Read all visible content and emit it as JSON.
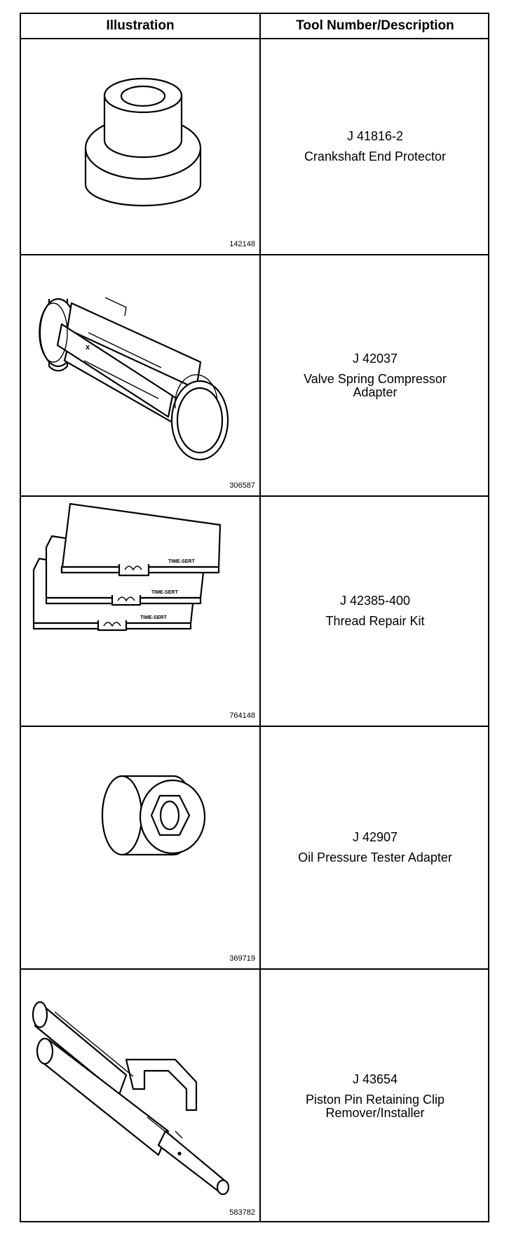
{
  "table": {
    "headers": {
      "illustration": "Illustration",
      "description": "Tool Number/Description"
    },
    "rows": [
      {
        "figure": "142148",
        "tool_number": "J 41816-2",
        "description": "Crankshaft End Protector"
      },
      {
        "figure": "306587",
        "tool_number": "J 42037",
        "description": "Valve Spring Compressor\nAdapter"
      },
      {
        "figure": "764148",
        "tool_number": "J 42385-400",
        "description": "Thread Repair Kit",
        "label": "TIME-SERT"
      },
      {
        "figure": "369719",
        "tool_number": "J 42907",
        "description": "Oil Pressure Tester Adapter"
      },
      {
        "figure": "583782",
        "tool_number": "J 43654",
        "description": "Piston Pin Retaining Clip\nRemover/Installer"
      }
    ]
  }
}
